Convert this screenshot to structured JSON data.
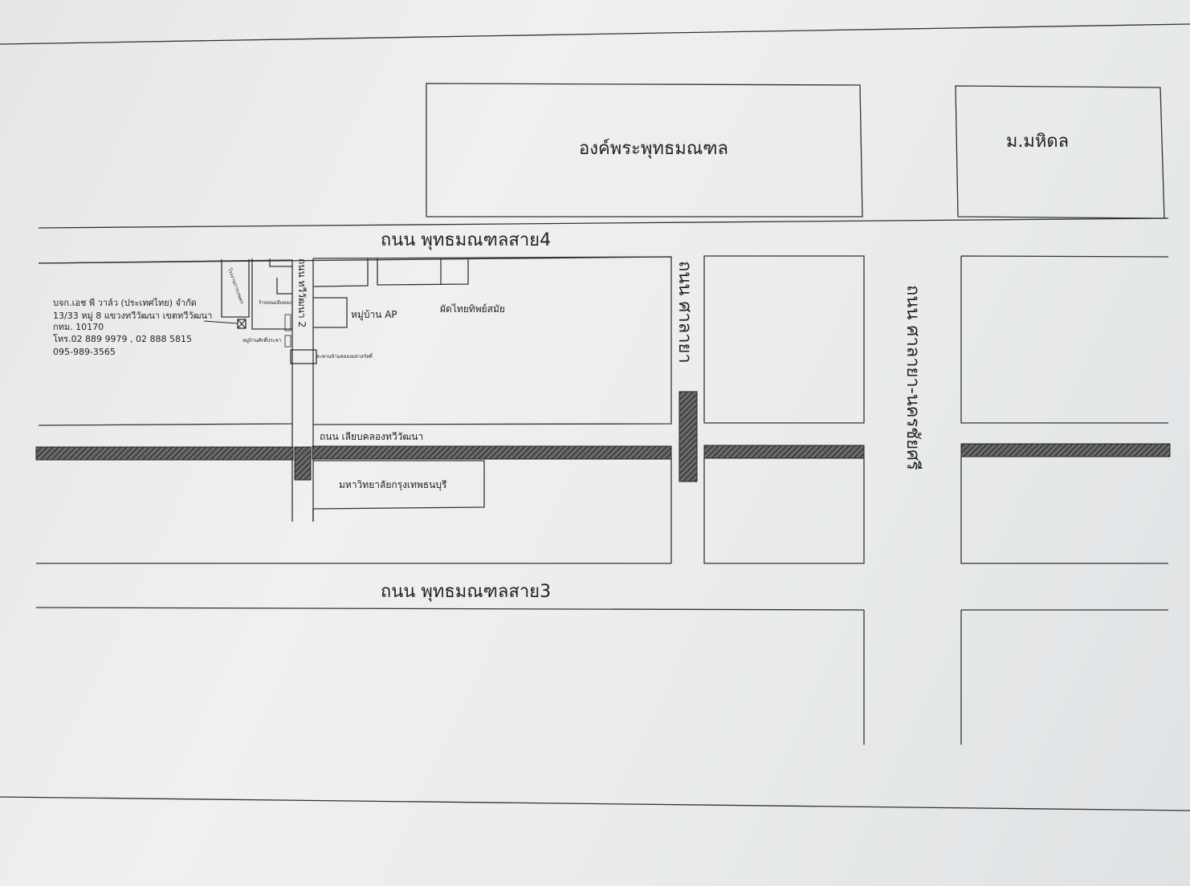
{
  "labels": {
    "phutthamonthon_statue": "องค์พระพุทธมณฑล",
    "mahidol": "ม.มหิดล",
    "road_sai4": "ถนน พุทธมณฑลสาย4",
    "road_sai3": "ถนน พุทธมณฑลสาย3",
    "road_salaya": "ถนน ศาลายา",
    "road_salaya_nakhonchaisri": "ถนน ศาลายา-นครชัยศรี",
    "road_thawiwatthana_2": "ถนน ทวีวัฒนา 2",
    "road_canal": "ถนน เลียบคลองทวีวัฒนา",
    "village_ap": "หมู่บ้าน AP",
    "padthai_shop": "ผัดไทยทิพย์สมัย",
    "university": "มหาวิทยาลัยกรุงเทพธนบุรี",
    "bridge": "สะพานข้ามคลองมหาสวัสดิ์",
    "small_village": "หมู่บ้านศักดิ์ประชา",
    "small_shop": "ร้านขนมจีนทอง",
    "small_building": "โรงงานการเกษตร"
  },
  "company": {
    "name": "บจก.เอช พี วาล์ว (ประเทศไทย) จำกัด",
    "address": "13/33  หมู่ 8 แขวงทวีวัฒนา เขตทวีวัฒนา",
    "city": "กทม. 10170",
    "phone": "โทร.02 889 9979 , 02 888 5815",
    "mobile": "095-989-3565"
  },
  "colors": {
    "ink": "#222222",
    "paper": "#eceeef",
    "hatch": "#3a3a3a"
  },
  "icons": {
    "company_marker": "crossed-box-icon"
  }
}
